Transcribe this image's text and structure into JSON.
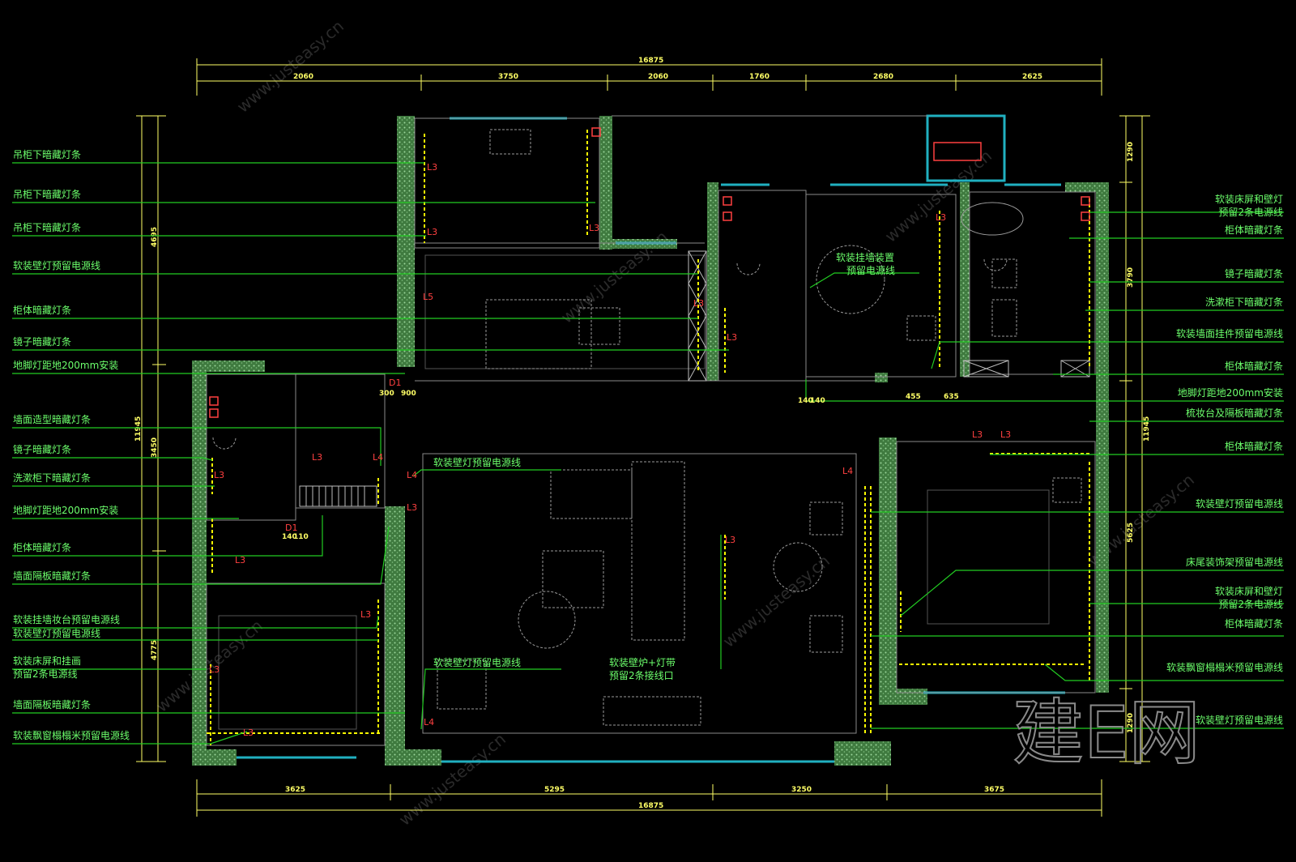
{
  "colors": {
    "background": "#000000",
    "wall": "#5c9e5c",
    "window": "#20b0c0",
    "leader": "#22cc22",
    "label": "#6cff6c",
    "dimension": "#ffff66",
    "strip_light": "#ffff00",
    "tag": "#ff4040"
  },
  "dimensions": {
    "top_total": "16875",
    "top_segments": [
      "2060",
      "3750",
      "2060",
      "1760",
      "2680",
      "2625"
    ],
    "bottom_total": "16875",
    "bottom_segments": [
      "3625",
      "5295",
      "3250",
      "3675"
    ],
    "left_total": "11945",
    "left_segments": [
      "4695",
      "3450",
      "4775"
    ],
    "right_total": "11945",
    "right_segments": [
      "1290",
      "3790",
      "5625",
      "1290"
    ],
    "inner": [
      "300",
      "900",
      "455",
      "635",
      "140",
      "140",
      "140",
      "110"
    ]
  },
  "left_labels": [
    {
      "text": "吊柜下暗藏灯条"
    },
    {
      "text": "吊柜下暗藏灯条"
    },
    {
      "text": "吊柜下暗藏灯条"
    },
    {
      "text": "软装壁灯预留电源线"
    },
    {
      "text": "柜体暗藏灯条"
    },
    {
      "text": "镜子暗藏灯条"
    },
    {
      "text": "地脚灯距地200mm安装"
    },
    {
      "text": "墙面造型暗藏灯条"
    },
    {
      "text": "镜子暗藏灯条"
    },
    {
      "text": "洗漱柜下暗藏灯条"
    },
    {
      "text": "地脚灯距地200mm安装"
    },
    {
      "text": "柜体暗藏灯条"
    },
    {
      "text": "墙面隔板暗藏灯条"
    },
    {
      "text": "软装挂墙妆台预留电源线"
    },
    {
      "text": "软装壁灯预留电源线"
    },
    {
      "text": "软装床屏和挂画",
      "text2": "预留2条电源线"
    },
    {
      "text": "墙面隔板暗藏灯条"
    },
    {
      "text": "软装飘窗榻榻米预留电源线"
    }
  ],
  "right_labels": [
    {
      "text": "软装床屏和壁灯",
      "text2": "预留2条电源线"
    },
    {
      "text": "柜体暗藏灯条"
    },
    {
      "text": "镜子暗藏灯条"
    },
    {
      "text": "洗漱柜下暗藏灯条"
    },
    {
      "text": "软装墙面挂件预留电源线"
    },
    {
      "text": "柜体暗藏灯条"
    },
    {
      "text": "地脚灯距地200mm安装"
    },
    {
      "text": "梳妆台及隔板暗藏灯条"
    },
    {
      "text": "柜体暗藏灯条"
    },
    {
      "text": "软装壁灯预留电源线"
    },
    {
      "text": "床尾装饰架预留电源线"
    },
    {
      "text": "软装床屏和壁灯",
      "text2": "预留2条电源线"
    },
    {
      "text": "柜体暗藏灯条"
    },
    {
      "text": "软装飘窗榻榻米预留电源线"
    },
    {
      "text": "软装壁灯预留电源线"
    }
  ],
  "plan_labels": [
    {
      "text": "软装挂墙装置",
      "text2": "预留电源线"
    },
    {
      "text": "软装壁灯预留电源线"
    },
    {
      "text": "软装壁灯预留电源线"
    },
    {
      "text": "软装壁炉+灯带",
      "text2": "预留2条接线口"
    }
  ],
  "tags": [
    "L3",
    "L3",
    "L3",
    "L5",
    "L3",
    "L3",
    "L4",
    "L3",
    "L3",
    "L4",
    "L3",
    "L3",
    "L3",
    "L3",
    "L3",
    "L4",
    "L3",
    "L3",
    "L4",
    "L3",
    "L3",
    "D1",
    "D1"
  ],
  "watermark": {
    "logo": "建E网",
    "url": "www.justeasy.cn"
  }
}
